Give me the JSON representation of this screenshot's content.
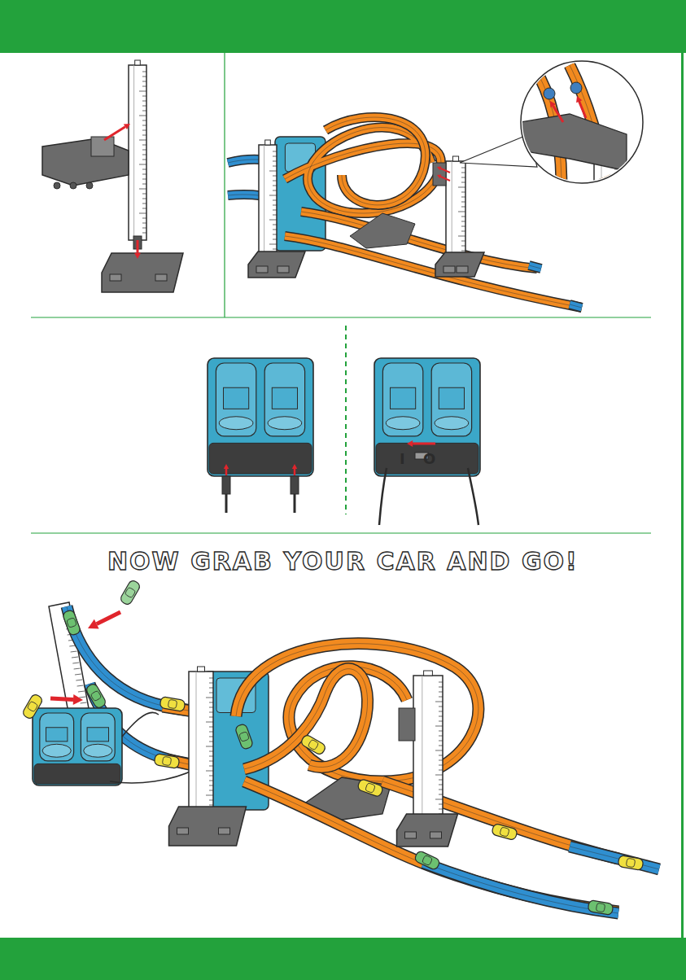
{
  "diagram": {
    "title": "NOW GRAB YOUR CAR AND GO!",
    "labels": [
      "I",
      "O"
    ]
  }
}
